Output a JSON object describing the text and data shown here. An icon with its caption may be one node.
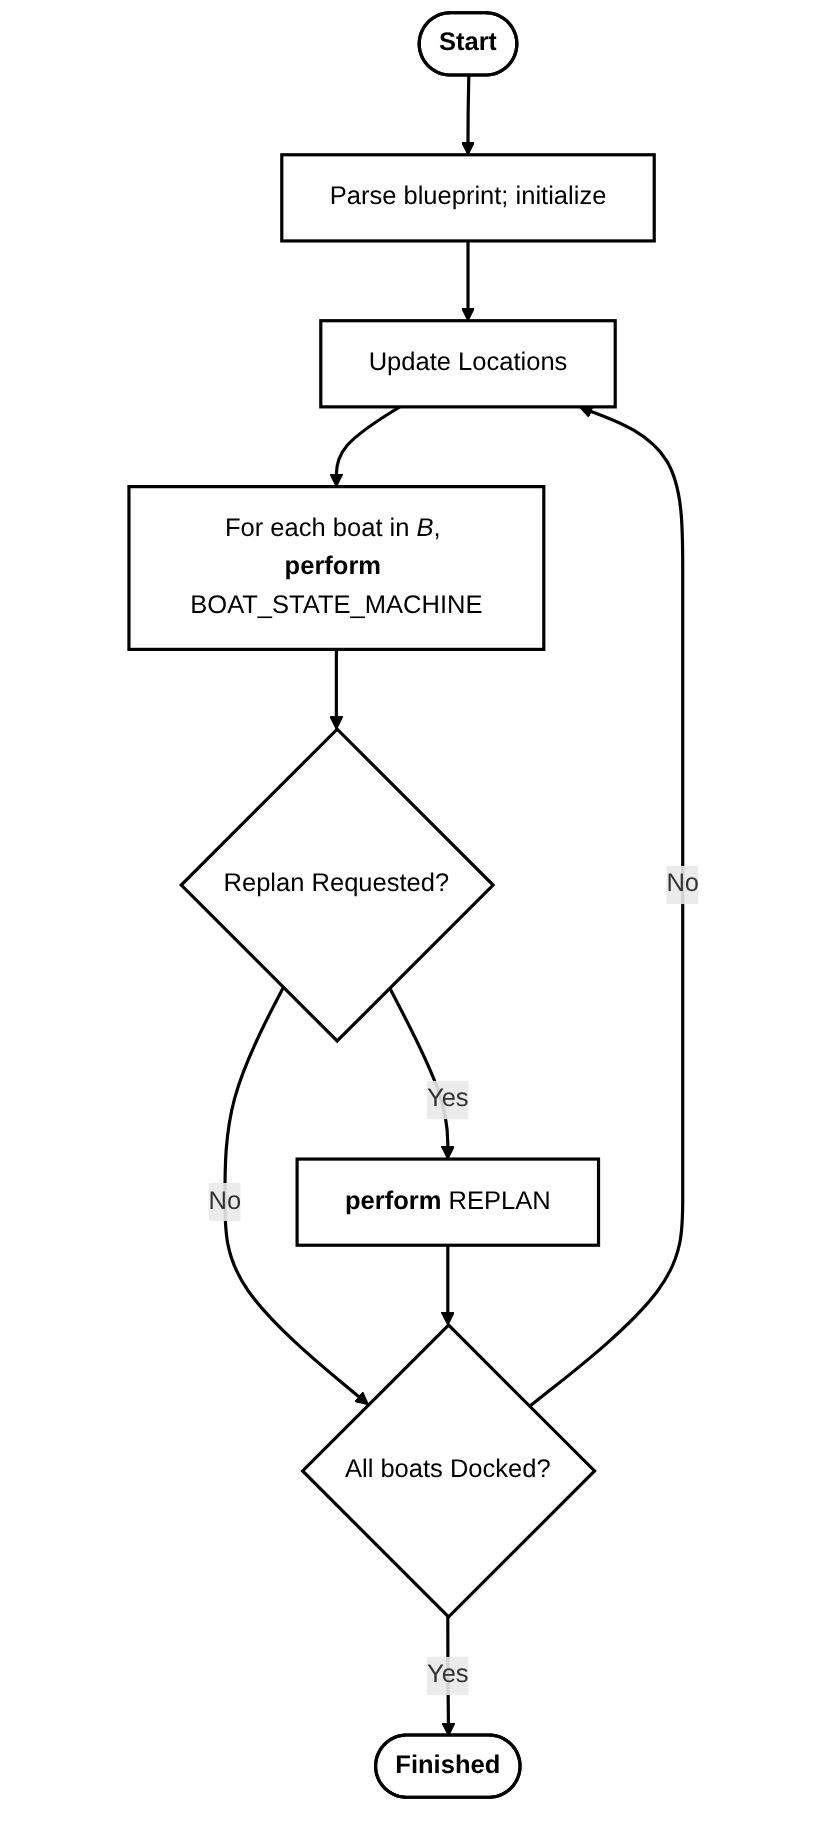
{
  "diagram": {
    "nodes": [
      {
        "text": [
          "Start"
        ]
      },
      {
        "text": [
          "Parse blueprint; initialize"
        ]
      },
      {
        "text": [
          "Update Locations"
        ]
      },
      {
        "text": [
          "For each boat in *B*, **perform** BOAT_STATE_MACHINE"
        ]
      },
      {
        "text": [
          "Replan Requested?"
        ]
      },
      {
        "text": [
          "**perform** REPLAN"
        ]
      },
      {
        "text": [
          "All boats Docked?"
        ]
      },
      {
        "text": [
          "Finished"
        ]
      }
    ],
    "edges": [
      {
        "from": 0,
        "to": 1,
        "arrow": "to"
      },
      {
        "from": 1,
        "to": 2,
        "arrow": "to"
      },
      {
        "from": 2,
        "to": 3,
        "arrow": "to"
      },
      {
        "from": 3,
        "to": 4,
        "arrow": "to"
      },
      {
        "from": 4,
        "to": 5,
        "arrow": "to",
        "label": "Yes"
      },
      {
        "from": 4,
        "to": 6,
        "arrow": "to",
        "label": "No"
      },
      {
        "from": 5,
        "to": 6,
        "arrow": "to"
      },
      {
        "from": 6,
        "to": 2,
        "arrow": "to",
        "label": "No"
      },
      {
        "from": 6,
        "to": 7,
        "arrow": "to",
        "label": "Yes"
      }
    ]
  }
}
